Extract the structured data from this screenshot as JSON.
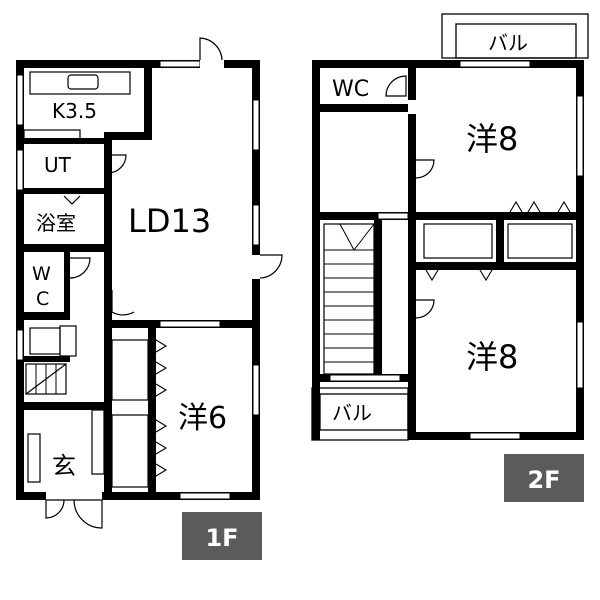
{
  "floor1": {
    "badge": "1F",
    "rooms": {
      "kitchen": "K3.5",
      "utility": "UT",
      "bath": "浴室",
      "wc_top": "W",
      "wc_bottom": "C",
      "living": "LD13",
      "western": "洋6",
      "entrance": "玄"
    }
  },
  "floor2": {
    "badge": "2F",
    "rooms": {
      "wc": "WC",
      "balcony_top": "バル",
      "western_top": "洋8",
      "western_bottom": "洋8",
      "balcony_bottom": "バル"
    }
  },
  "colors": {
    "wall": "#000000",
    "badge": "#5b5b5b",
    "window": "#ffffff"
  }
}
